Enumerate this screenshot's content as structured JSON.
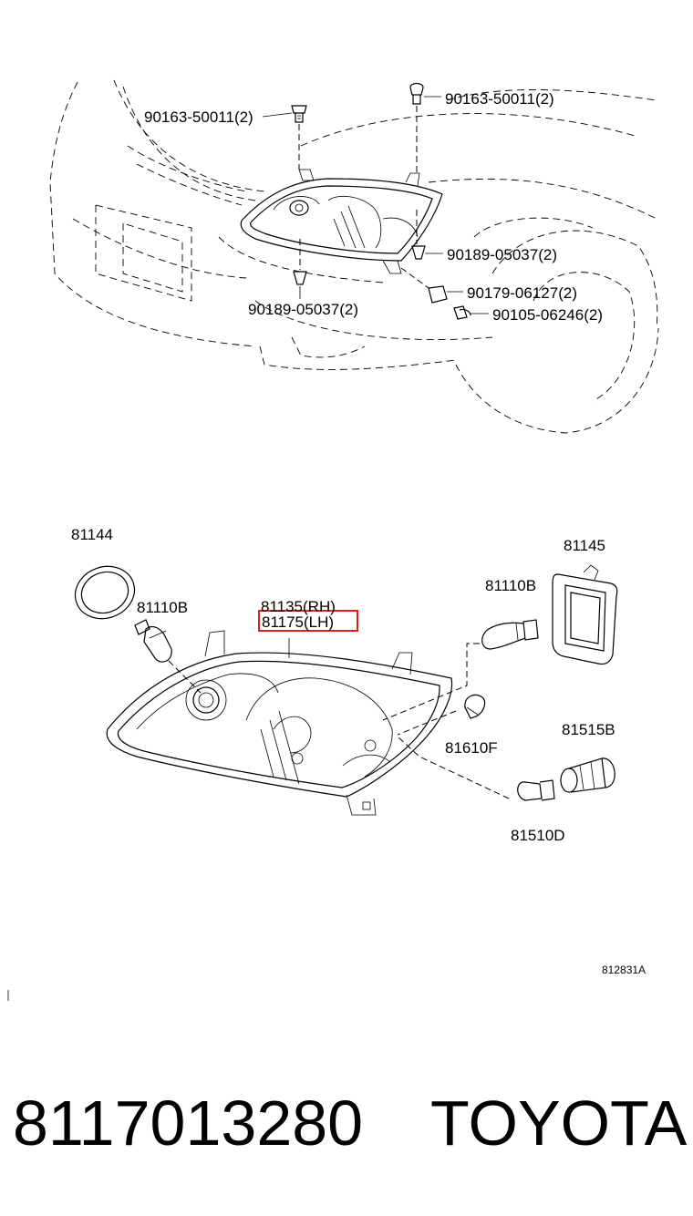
{
  "labels": {
    "bolt_upper_left": "90163-50011(2)",
    "bolt_upper_right": "90163-50011(2)",
    "clip_right": "90189-05037(2)",
    "clip_lower": "90189-05037(2)",
    "nut": "90179-06127(2)",
    "screw": "90105-06246(2)",
    "ring_cover": "81144",
    "bulb_left": "81110B",
    "housing_rh": "81135(RH)",
    "housing_lh": "81175(LH)",
    "bulb_right": "81110B",
    "rear_cover": "81145",
    "small_bulb": "81610F",
    "socket": "81515B",
    "wedge_bulb": "81510D",
    "diagram_code": "812831A"
  },
  "footer": {
    "part_number": "8117013280",
    "brand": "TOYOTA"
  },
  "colors": {
    "line": "#000000",
    "highlight": "#e02020",
    "background": "#ffffff"
  }
}
